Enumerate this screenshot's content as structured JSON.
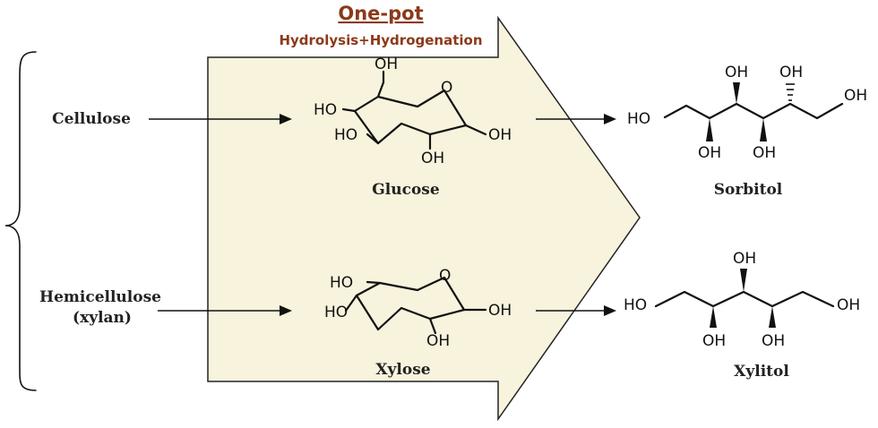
{
  "process": {
    "title": "One-pot",
    "subtitle": "Hydrolysis+Hydrogenation",
    "title_color": "#8b3a1a",
    "arrow_fill": "#f7f3dc"
  },
  "feedstocks": {
    "cellulose": "Cellulose",
    "hemicellulose_line1": "Hemicellulose",
    "hemicellulose_line2": "(xylan)"
  },
  "intermediates": {
    "glucose": "Glucose",
    "xylose": "Xylose"
  },
  "products": {
    "sorbitol": "Sorbitol",
    "xylitol": "Xylitol"
  },
  "groups": {
    "oh": "OH",
    "ho": "HO"
  }
}
